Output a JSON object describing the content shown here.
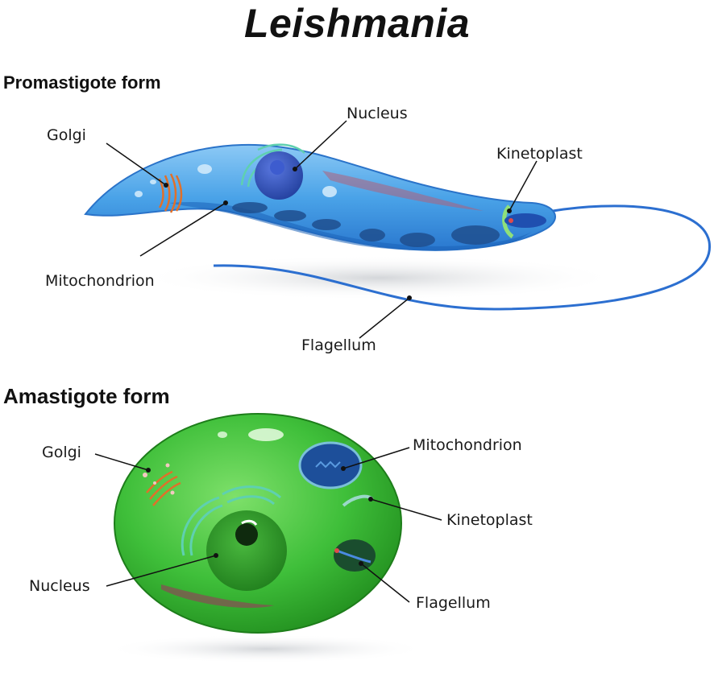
{
  "title": "Leishmania",
  "promastigote": {
    "heading": "Promastigote form",
    "labels": {
      "golgi": "Golgi",
      "nucleus": "Nucleus",
      "kinetoplast": "Kinetoplast",
      "mitochondrion": "Mitochondrion",
      "flagellum": "Flagellum"
    }
  },
  "amastigote": {
    "heading": "Amastigote form",
    "labels": {
      "golgi": "Golgi",
      "mitochondrion": "Mitochondrion",
      "kinetoplast": "Kinetoplast",
      "nucleus": "Nucleus",
      "flagellum": "Flagellum"
    }
  },
  "colors": {
    "promastigote_body": "#4aa3e8",
    "promastigote_dark": "#1c63b8",
    "amastigote_body": "#3fbf3a",
    "amastigote_dark": "#1f8a1c",
    "nucleus_blue": "#2f4fc0",
    "golgi_orange": "#e0702a",
    "kinetoplast_green": "#8fe07a"
  }
}
